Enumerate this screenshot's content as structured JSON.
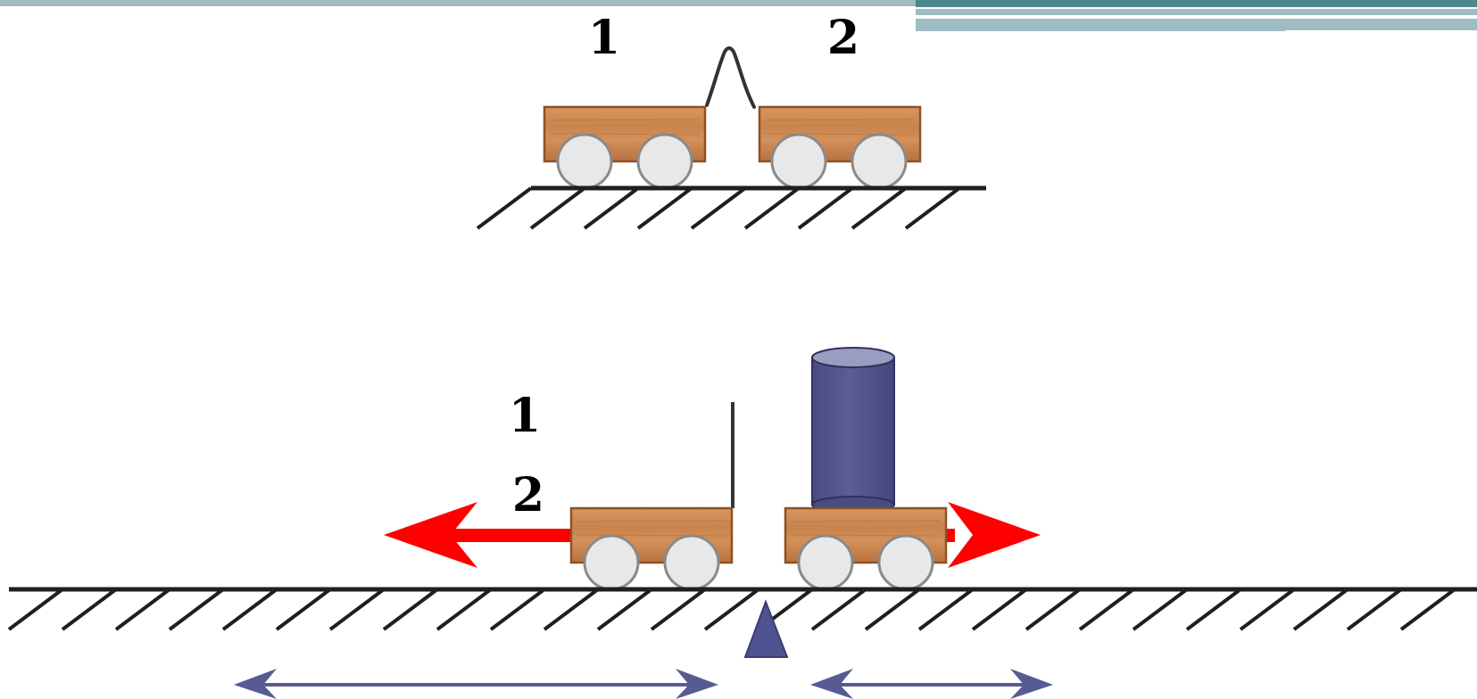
{
  "scene_top": {
    "cart_labels": [
      "1",
      "2"
    ]
  },
  "scene_bottom": {
    "cart_labels": [
      "1",
      "2"
    ]
  },
  "colors": {
    "header_bar": "#9fbcc3",
    "header_bar_dark": "#4e8790",
    "cart_wood": "#c9834c",
    "cart_wood_dark": "#8d5226",
    "wheel_fill": "#e8e8e8",
    "wheel_stroke": "#8a8a8a",
    "ground_line": "#1f1f1f",
    "force_arrow": "#ff0000",
    "weight": "#53548a",
    "weight_top": "#9a9cc0",
    "pivot": "#4f5290",
    "span_arrow": "#585a93"
  },
  "icons": {
    "spring": "bent-spring-icon",
    "weight": "cylinder-weight-icon",
    "pivot": "triangle-pivot-icon"
  }
}
